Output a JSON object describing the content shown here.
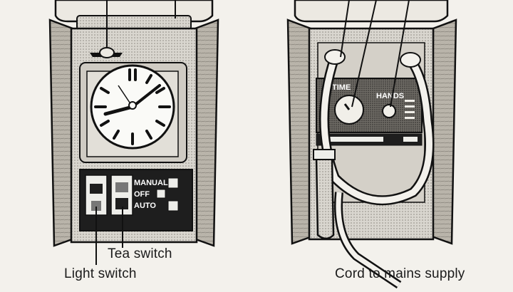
{
  "left_unit": {
    "switch_panel": {
      "manual_label": "MANUAL",
      "off_label": "OFF",
      "auto_label": "AUTO"
    },
    "callouts": {
      "tea_switch": "Tea switch",
      "light_switch": "Light switch"
    }
  },
  "right_unit": {
    "time_label": "TIME",
    "hands_label": "HANDS",
    "callouts": {
      "mains_cord": "Cord to mains supply"
    }
  },
  "colors": {
    "ink": "#1a1a1a",
    "paper": "#f3f1ec",
    "panel": "#1e1e1e"
  }
}
